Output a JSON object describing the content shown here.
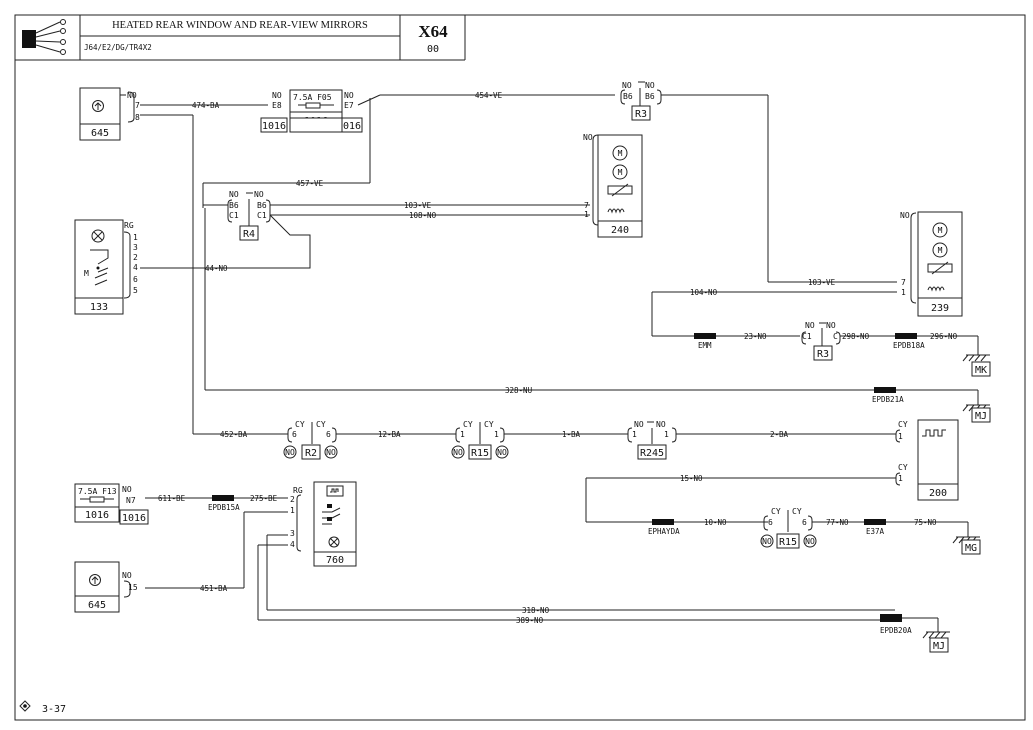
{
  "title": "HEATED REAR WINDOW AND REAR-VIEW MIRRORS",
  "subtitle": "J64/E2/DG/TR4X2",
  "doc_code": "X64",
  "doc_rev": "00",
  "page_ref": "3-37",
  "components": {
    "c645_top": "645",
    "c645_bottom": "645",
    "c1016_a": "1016",
    "c1016_b": "1016",
    "c1016_c": "1016",
    "c1016_d": "1016",
    "c1016_e": "1016",
    "c133": "133",
    "c240": "240",
    "c239": "239",
    "c200": "200",
    "c760": "760",
    "fuse_f05": "7.5A F05",
    "fuse_f13": "7.5A F13"
  },
  "connectors": {
    "r3": "R3",
    "r3b": "R3",
    "r4": "R4",
    "r2": "R2",
    "r15a": "R15",
    "r15b": "R15",
    "r245": "R245"
  },
  "wires": {
    "w474": "474-BA",
    "w454": "454-VE",
    "w457": "457-VE",
    "w103a": "103-VE",
    "w108": "108-NO",
    "w44": "44-NO",
    "w103b": "103-VE",
    "w104": "104-NO",
    "w23": "23-NO",
    "w298": "298-NO",
    "w296": "296-NO",
    "w328": "328-NU",
    "w452": "452-BA",
    "w12": "12-BA",
    "w1": "1-BA",
    "w2": "2-BA",
    "w15": "15-NO",
    "w10": "10-NO",
    "w77": "77-NO",
    "w75": "75-NO",
    "w611": "611-BE",
    "w275": "275-BE",
    "w451": "451-BA",
    "w318": "318-NO",
    "w389": "389-NO"
  },
  "splices": {
    "emm": "EMM",
    "epdb18a": "EPDB18A",
    "epdb21a": "EPDB21A",
    "ephayda": "EPHAYDA",
    "e37a": "E37A",
    "epdb15a": "EPDB15A",
    "epdb20a": "EPDB20A"
  },
  "grounds": {
    "mk": "MK",
    "mj_a": "MJ",
    "mg": "MG",
    "mj_b": "MJ"
  },
  "colors": {
    "no": "NO",
    "rg": "RG",
    "cy": "CY"
  }
}
